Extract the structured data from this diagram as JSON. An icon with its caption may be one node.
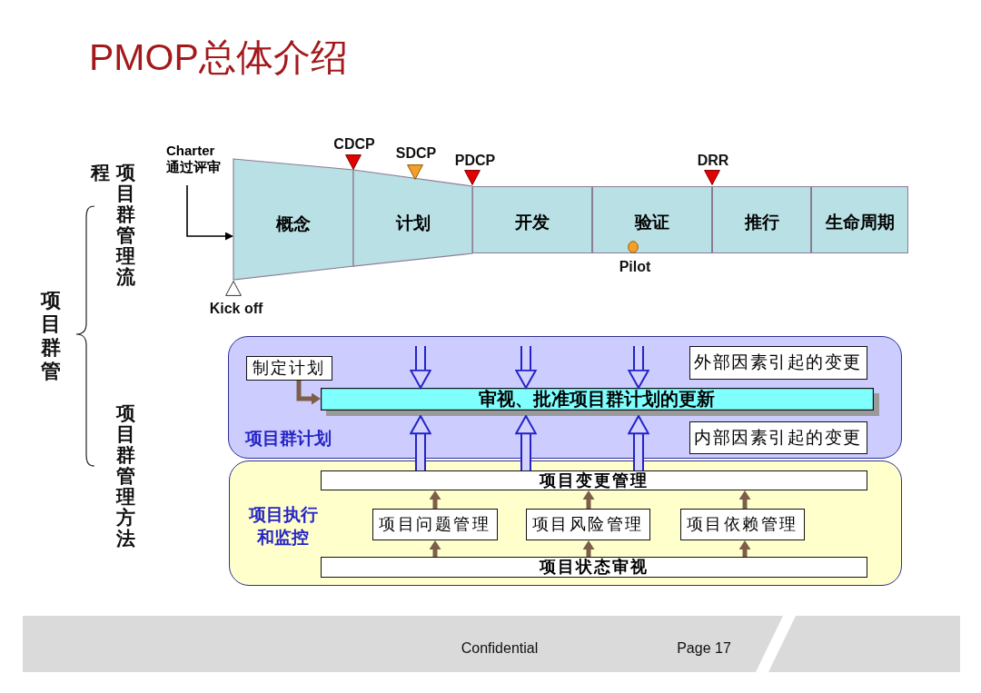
{
  "diagram": {
    "title": "PMOP总体介绍",
    "nodes": [
      {
        "text": [
          "Charter 通过评审"
        ]
      },
      {
        "text": [],
        "shape": "triangle",
        "beside": [
          "CDCP"
        ]
      },
      {
        "text": [],
        "shape": "triangle",
        "beside": [
          "SDCP"
        ]
      },
      {
        "text": [],
        "shape": "triangle",
        "beside": [
          "PDCP"
        ]
      },
      {
        "text": [],
        "shape": "triangle",
        "beside": [
          "DRR"
        ]
      },
      {
        "text": [
          "概念"
        ]
      },
      {
        "text": [
          "计划"
        ]
      },
      {
        "text": [
          "开发"
        ]
      },
      {
        "text": [
          "验证"
        ]
      },
      {
        "text": [
          "推行"
        ]
      },
      {
        "text": [
          "生命周期"
        ]
      },
      {
        "text": [],
        "shape": "circle",
        "beside": [
          "Pilot"
        ],
        "in": 8
      },
      {
        "text": [],
        "shape": "triangle",
        "beside": [
          "Kick off"
        ]
      },
      {
        "text": [
          "项目群计划"
        ]
      },
      {
        "text": [
          "制定计划"
        ],
        "in": 13
      },
      {
        "text": [
          "审视、批准项目群计划的更新"
        ],
        "in": 13
      },
      {
        "text": [
          "外部因素引起的变更"
        ],
        "in": 13
      },
      {
        "text": [
          "内部因素引起的变更"
        ],
        "in": 13
      },
      {
        "text": [
          "项目执行和监控"
        ]
      },
      {
        "text": [
          "项目变更管理"
        ],
        "in": 18
      },
      {
        "text": [
          "项目问题管理"
        ],
        "in": 18
      },
      {
        "text": [
          "项目风险管理"
        ],
        "in": 18
      },
      {
        "text": [
          "项目依赖管理"
        ],
        "in": 18
      },
      {
        "text": [
          "项目状态审视"
        ],
        "in": 18
      }
    ],
    "edges": [
      {
        "from": 0,
        "to": 5,
        "arrow": "to",
        "color": "#000000"
      },
      {
        "from": 14,
        "to": 15,
        "arrow": "to"
      },
      {
        "from": null,
        "to": 15,
        "arrow": "to",
        "style": "thick",
        "color": "#2323c8"
      },
      {
        "from": null,
        "to": 15,
        "arrow": "to",
        "style": "thick",
        "color": "#2323c8"
      },
      {
        "from": null,
        "to": 15,
        "arrow": "to",
        "style": "thick",
        "color": "#2323c8"
      },
      {
        "from": 19,
        "to": 15,
        "arrow": "to",
        "style": "thick",
        "color": "#2323c8"
      },
      {
        "from": 19,
        "to": 15,
        "arrow": "to",
        "style": "thick",
        "color": "#2323c8"
      },
      {
        "from": 19,
        "to": 15,
        "arrow": "to",
        "style": "thick",
        "color": "#2323c8"
      },
      {
        "from": 20,
        "to": 19,
        "arrow": "to"
      },
      {
        "from": 21,
        "to": 19,
        "arrow": "to"
      },
      {
        "from": 22,
        "to": 19,
        "arrow": "to"
      },
      {
        "from": 23,
        "to": 20,
        "arrow": "to"
      },
      {
        "from": 23,
        "to": 21,
        "arrow": "to"
      },
      {
        "from": 23,
        "to": 22,
        "arrow": "to"
      }
    ],
    "labels": [
      "项目群管理流程",
      "项目群管",
      "项目群管理方法",
      "Confidential",
      "Page 17"
    ]
  }
}
